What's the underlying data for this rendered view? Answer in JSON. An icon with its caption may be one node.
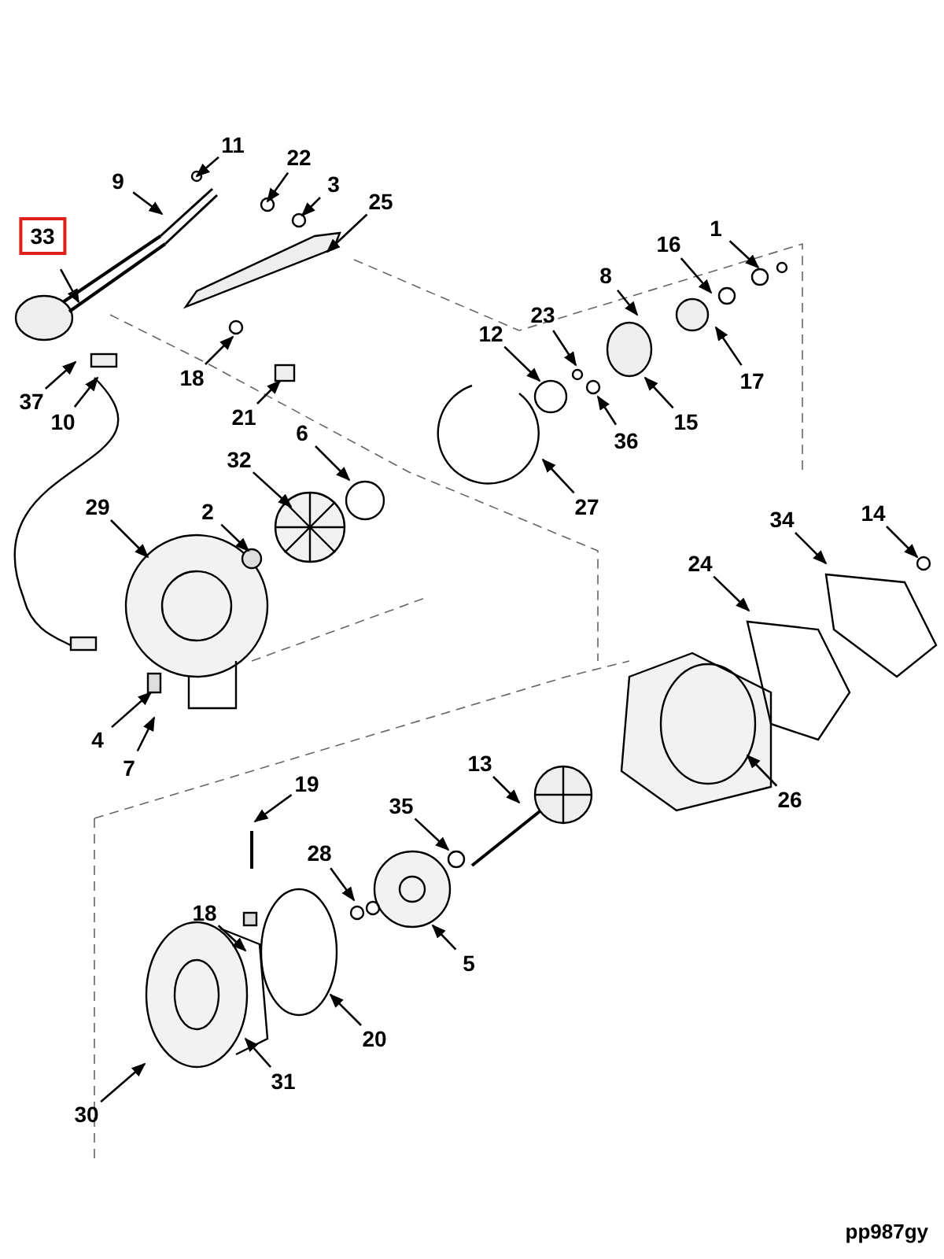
{
  "diagram": {
    "nodes": [
      {
        "text": [
          "11"
        ]
      },
      {
        "text": [
          "22"
        ]
      },
      {
        "text": [
          "9"
        ]
      },
      {
        "text": [
          "3"
        ]
      },
      {
        "text": [
          "25"
        ]
      },
      {
        "text": [
          "1"
        ]
      },
      {
        "text": [
          "33"
        ]
      },
      {
        "text": [
          "16"
        ]
      },
      {
        "text": [
          "8"
        ]
      },
      {
        "text": [
          "23"
        ]
      },
      {
        "text": [
          "12"
        ]
      },
      {
        "text": [
          "18"
        ]
      },
      {
        "text": [
          "17"
        ]
      },
      {
        "text": [
          "37"
        ]
      },
      {
        "text": [
          "21"
        ]
      },
      {
        "text": [
          "10"
        ]
      },
      {
        "text": [
          "15"
        ]
      },
      {
        "text": [
          "6"
        ]
      },
      {
        "text": [
          "36"
        ]
      },
      {
        "text": [
          "32"
        ]
      },
      {
        "text": [
          "29"
        ]
      },
      {
        "text": [
          "27"
        ]
      },
      {
        "text": [
          "2"
        ]
      },
      {
        "text": [
          "14"
        ]
      },
      {
        "text": [
          "34"
        ]
      },
      {
        "text": [
          "24"
        ]
      },
      {
        "text": [
          "4"
        ]
      },
      {
        "text": [
          "13"
        ]
      },
      {
        "text": [
          "7"
        ]
      },
      {
        "text": [
          "19"
        ]
      },
      {
        "text": [
          "26"
        ]
      },
      {
        "text": [
          "35"
        ]
      },
      {
        "text": [
          "28"
        ]
      },
      {
        "text": [
          "18"
        ]
      },
      {
        "text": [
          "5"
        ]
      },
      {
        "text": [
          "20"
        ]
      },
      {
        "text": [
          "31"
        ]
      },
      {
        "text": [
          "30"
        ]
      }
    ],
    "edges": [
      {
        "from": 0,
        "to": null,
        "arrow": "to"
      },
      {
        "from": 1,
        "to": null,
        "arrow": "to"
      },
      {
        "from": 2,
        "to": null,
        "arrow": "to"
      },
      {
        "from": 3,
        "to": null,
        "arrow": "to"
      },
      {
        "from": 4,
        "to": null,
        "arrow": "to"
      },
      {
        "from": 5,
        "to": null,
        "arrow": "to"
      },
      {
        "from": 6,
        "to": null,
        "arrow": "to"
      },
      {
        "from": 7,
        "to": null,
        "arrow": "to"
      },
      {
        "from": 8,
        "to": null,
        "arrow": "to"
      },
      {
        "from": 9,
        "to": null,
        "arrow": "to"
      },
      {
        "from": 10,
        "to": null,
        "arrow": "to"
      },
      {
        "from": 11,
        "to": null,
        "arrow": "to"
      },
      {
        "from": 12,
        "to": null,
        "arrow": "to"
      },
      {
        "from": 13,
        "to": null,
        "arrow": "to"
      },
      {
        "from": 14,
        "to": null,
        "arrow": "to"
      },
      {
        "from": 15,
        "to": null,
        "arrow": "to"
      },
      {
        "from": 16,
        "to": null,
        "arrow": "to"
      },
      {
        "from": 17,
        "to": null,
        "arrow": "to"
      },
      {
        "from": 18,
        "to": null,
        "arrow": "to"
      },
      {
        "from": 19,
        "to": null,
        "arrow": "to"
      },
      {
        "from": 20,
        "to": null,
        "arrow": "to"
      },
      {
        "from": 21,
        "to": null,
        "arrow": "to"
      },
      {
        "from": 22,
        "to": null,
        "arrow": "to"
      },
      {
        "from": 23,
        "to": null,
        "arrow": "to"
      },
      {
        "from": 24,
        "to": null,
        "arrow": "to"
      },
      {
        "from": 25,
        "to": null,
        "arrow": "to"
      },
      {
        "from": 26,
        "to": null,
        "arrow": "to"
      },
      {
        "from": 27,
        "to": null,
        "arrow": "to"
      },
      {
        "from": 28,
        "to": null,
        "arrow": "to"
      },
      {
        "from": 29,
        "to": null,
        "arrow": "to"
      },
      {
        "from": 30,
        "to": null,
        "arrow": "to"
      },
      {
        "from": 31,
        "to": null,
        "arrow": "to"
      },
      {
        "from": 32,
        "to": null,
        "arrow": "to"
      },
      {
        "from": 33,
        "to": null,
        "arrow": "to"
      },
      {
        "from": 34,
        "to": null,
        "arrow": "to"
      },
      {
        "from": 35,
        "to": null,
        "arrow": "to"
      },
      {
        "from": 36,
        "to": null,
        "arrow": "to"
      },
      {
        "from": 37,
        "to": null,
        "arrow": "to"
      }
    ],
    "labels": [
      "pp987gy"
    ]
  }
}
